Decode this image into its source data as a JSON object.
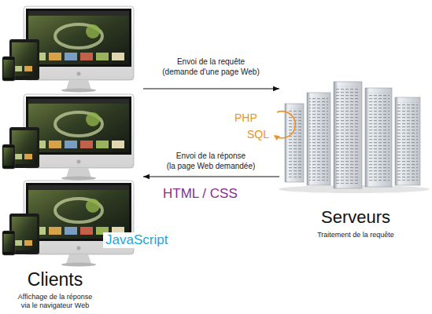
{
  "diagram": {
    "nodes": [
      {
        "text": [
          "Clients",
          "Affichage de la réponse via le navigateur Web"
        ]
      },
      {
        "text": [
          "Serveurs",
          "Traitement de la requête"
        ]
      }
    ],
    "edges": [
      {
        "from": 0,
        "to": 1,
        "arrow": "to",
        "label": "Envoi de la requête (demande d'une page Web)"
      },
      {
        "from": 1,
        "to": 0,
        "arrow": "to",
        "label": "Envoi de la réponse (la page Web demandée)"
      }
    ],
    "labels": [
      "PHP",
      "SQL",
      "HTML / CSS",
      "JavaScript"
    ]
  }
}
